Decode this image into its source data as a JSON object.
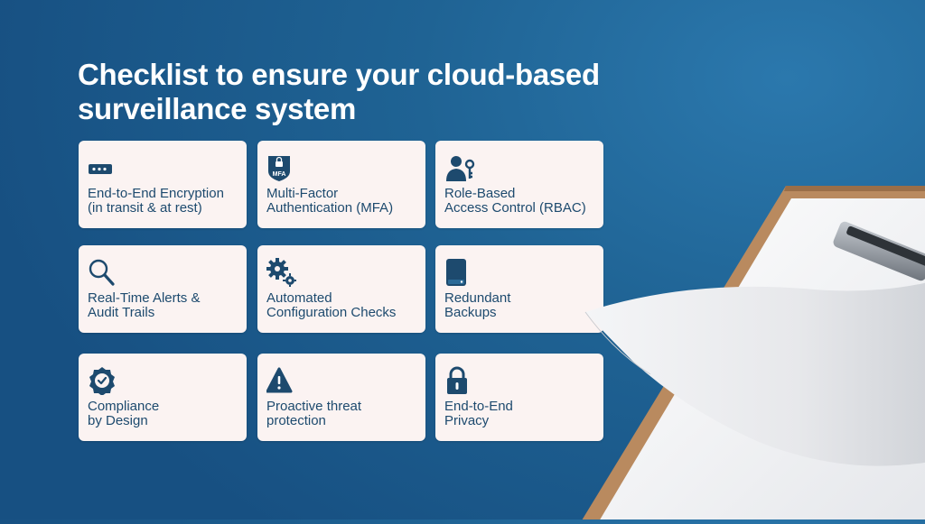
{
  "title": "Checklist to ensure your cloud-based surveillance system",
  "colors": {
    "background": "#1f6394",
    "card": "#fbf3f2",
    "text": "#1d4a6e",
    "title": "#ffffff"
  },
  "cards": [
    {
      "icon": "password-dots-icon",
      "label": "End-to-End Encryption\n(in transit & at rest)"
    },
    {
      "icon": "mfa-shield-icon",
      "icon_text": "MFA",
      "label": "Multi-Factor\nAuthentication (MFA)"
    },
    {
      "icon": "user-key-icon",
      "label": "Role-Based\nAccess Control (RBAC)"
    },
    {
      "icon": "magnifier-icon",
      "label": "Real-Time Alerts &\nAudit Trails"
    },
    {
      "icon": "gears-icon",
      "label": "Automated\nConfiguration Checks"
    },
    {
      "icon": "hard-drive-icon",
      "label": "Redundant\nBackups"
    },
    {
      "icon": "badge-check-icon",
      "label": "Compliance\nby Design"
    },
    {
      "icon": "warning-triangle-icon",
      "label": "Proactive threat\nprotection"
    },
    {
      "icon": "padlock-icon",
      "label": "End-to-End\nPrivacy"
    }
  ]
}
